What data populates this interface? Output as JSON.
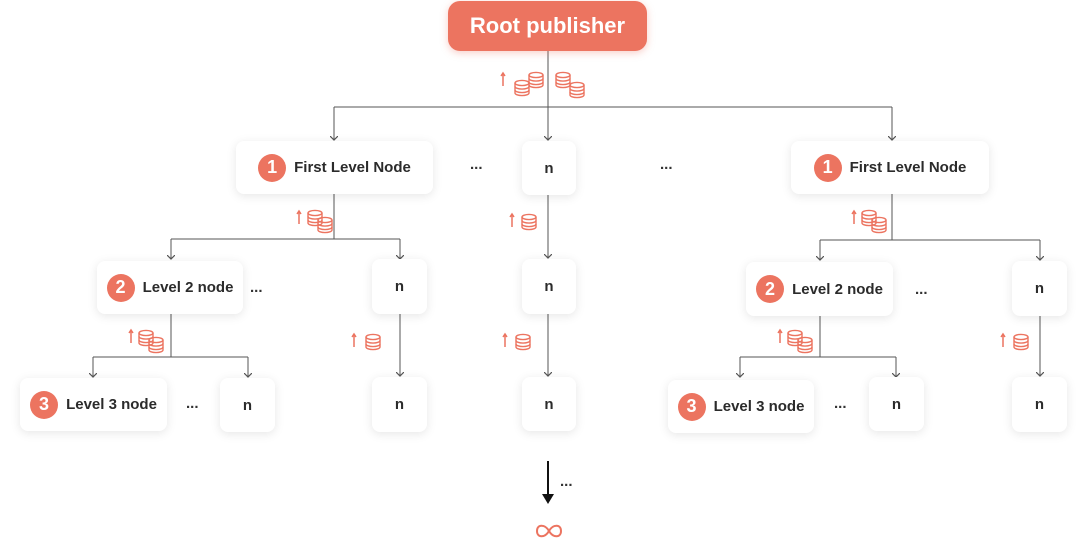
{
  "root": {
    "label": "Root publisher"
  },
  "level1": {
    "label": "First Level Node",
    "badge": "1"
  },
  "level2": {
    "label": "Level 2 node",
    "badge": "2"
  },
  "level3": {
    "label": "Level 3 node",
    "badge": "3"
  },
  "n_label": "n",
  "ellipsis": "...",
  "colors": {
    "accent": "#ec7460",
    "line": "#555555",
    "arrow_dark": "#111111"
  },
  "icons": {
    "upload": "upload-arrow-icon",
    "database": "database-stack-icon",
    "infinity": "infinity-icon"
  }
}
